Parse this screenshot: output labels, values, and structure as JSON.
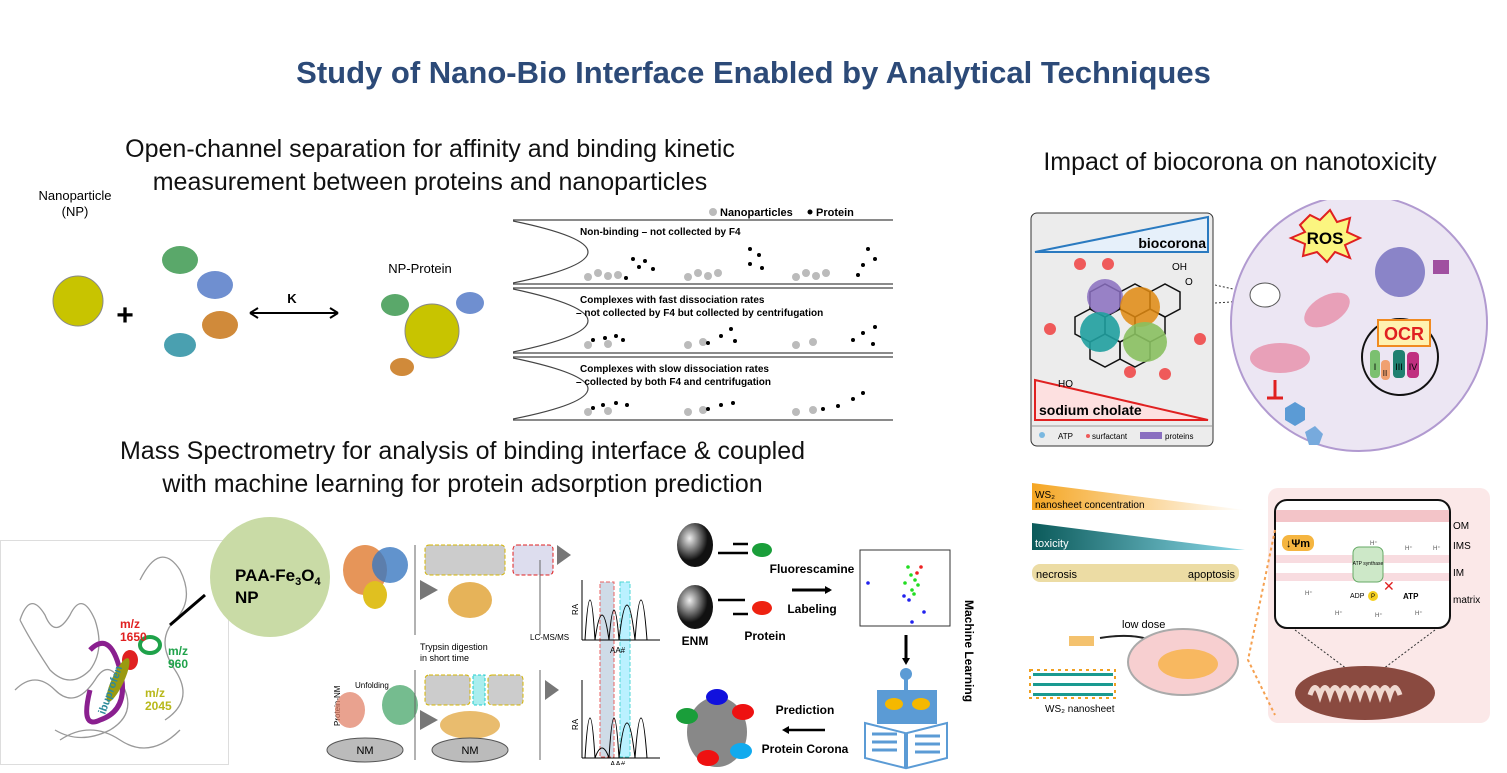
{
  "title": "Study of Nano-Bio Interface Enabled by Analytical Techniques",
  "section_separation": {
    "heading_line1": "Open-channel separation for affinity and binding kinetic",
    "heading_line2": "measurement between proteins and nanoparticles",
    "np_label_line1": "Nanoparticle",
    "np_label_line2": "(NP)",
    "plus": "+",
    "k_label": "K",
    "complex_label": "NP-Protein",
    "legend_nanoparticles": "Nanoparticles",
    "legend_protein": "Protein",
    "channels": [
      {
        "line1": "Non-binding – not collected by F4",
        "line2": ""
      },
      {
        "line1": "Complexes with fast dissociation rates",
        "line2": "– not collected by F4 but collected by centrifugation"
      },
      {
        "line1": "Complexes with slow dissociation rates",
        "line2": "– collected by both F4 and centrifugation"
      }
    ]
  },
  "section_ms": {
    "heading_line1": "Mass Spectrometry for analysis of binding interface & coupled",
    "heading_line2": "with machine learning for protein adsorption prediction",
    "mz_labels": [
      {
        "line1": "m/z",
        "line2": "1650",
        "color": "#e02020"
      },
      {
        "line1": "m/z",
        "line2": "960",
        "color": "#1fa24a"
      },
      {
        "line1": "m/z",
        "line2": "2045",
        "color": "#b8b81a"
      }
    ],
    "ibuprofen": "ibuprofen",
    "np_circle_line1": "PAA-Fe",
    "np_circle_sub1": "3",
    "np_circle_mid": "O",
    "np_circle_sub2": "4",
    "np_circle_line2": "NP",
    "trypsin_line1": "Trypsin digestion",
    "trypsin_line2": "in short time",
    "unfolding": "Unfolding",
    "protein_nm": "Protein-NM",
    "nm_label": "NM",
    "lcmsms": "LC-MS/MS",
    "ra_label": "RA",
    "aa_label": "AA#",
    "enm": "ENM",
    "protein": "Protein",
    "fluorescamine": "Fluorescamine",
    "labeling": "Labeling",
    "machine_learning": "Machine Learning",
    "prediction": "Prediction",
    "protein_corona": "Protein Corona"
  },
  "section_toxicity": {
    "heading": "Impact of biocorona on nanotoxicity",
    "biocorona": "biocorona",
    "sodium_cholate": "sodium cholate",
    "oh": "OH",
    "ho": "HO",
    "o": "O",
    "legend_atp": "ATP",
    "legend_surfactant": "surfactant",
    "legend_proteins": "proteins",
    "ros": "ROS",
    "ocr": "OCR",
    "complexes": [
      "I",
      "II",
      "III",
      "IV"
    ],
    "ws2_line1": "WS₂",
    "ws2_line2": "nanosheet concentration",
    "toxicity": "toxicity",
    "necrosis": "necrosis",
    "apoptosis": "apoptosis",
    "low_dose": "low dose",
    "ws2_nanosheet": "WS₂ nanosheet",
    "psi": "↓Ψm",
    "atp_synthase": "ATP synthase",
    "adp": "ADP",
    "p": "P",
    "atp": "ATP",
    "h": "H⁺",
    "membranes": [
      "OM",
      "IMS",
      "IM",
      "matrix"
    ]
  },
  "colors": {
    "title": "#2c4a78",
    "np_yellow": "#c8c400",
    "np_green": "#c9dba6"
  }
}
